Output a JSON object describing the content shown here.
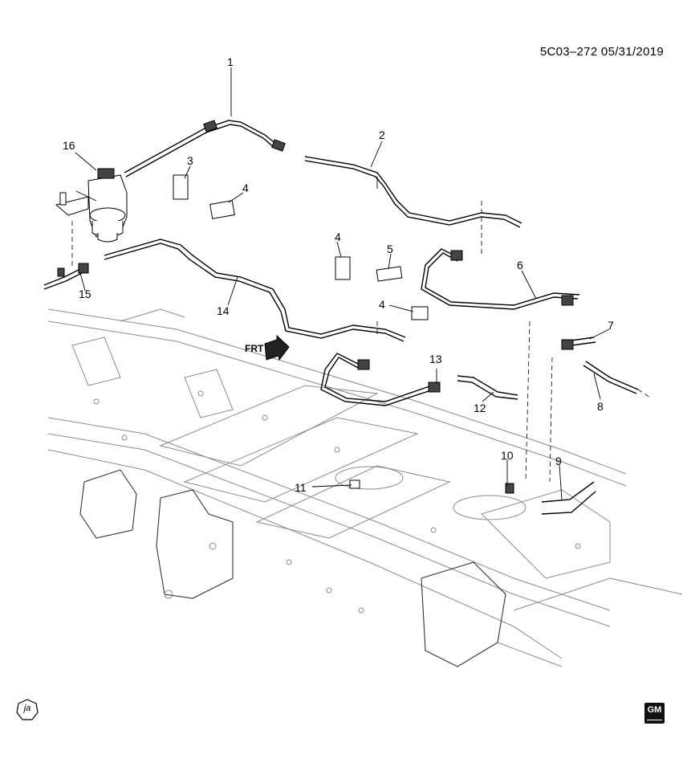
{
  "header": {
    "doc_id": "5C03–272  05/31/2019"
  },
  "badges": {
    "ja": "ja",
    "logo": "GM"
  },
  "frt_label": "FRT",
  "callouts": {
    "c1": "1",
    "c2": "2",
    "c3": "3",
    "c4a": "4",
    "c4b": "4",
    "c4c": "4",
    "c5": "5",
    "c6": "6",
    "c7": "7",
    "c8": "8",
    "c9": "9",
    "c10": "10",
    "c11": "11",
    "c12": "12",
    "c13": "13",
    "c14": "14",
    "c15": "15",
    "c16": "16"
  }
}
